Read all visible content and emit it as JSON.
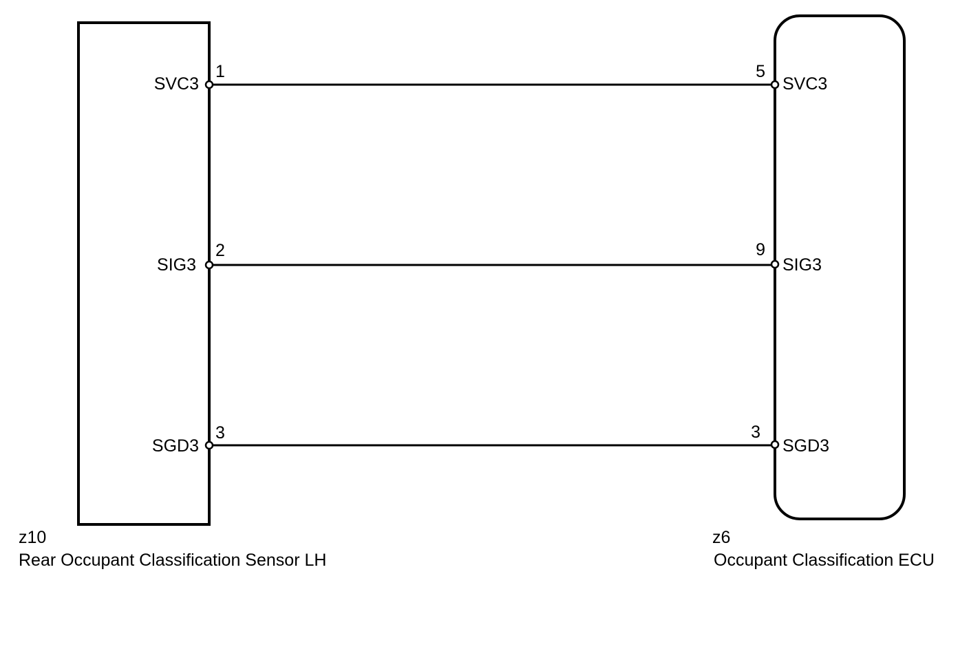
{
  "left_component": {
    "code": "z10",
    "name": "Rear Occupant Classification Sensor LH"
  },
  "right_component": {
    "code": "z6",
    "name": "Occupant Classification ECU"
  },
  "wires": [
    {
      "left_terminal": "SVC3",
      "left_pin": "1",
      "right_pin": "5",
      "right_terminal": "SVC3"
    },
    {
      "left_terminal": "SIG3",
      "left_pin": "2",
      "right_pin": "9",
      "right_terminal": "SIG3"
    },
    {
      "left_terminal": "SGD3",
      "left_pin": "3",
      "right_pin": "3",
      "right_terminal": "SGD3"
    }
  ]
}
